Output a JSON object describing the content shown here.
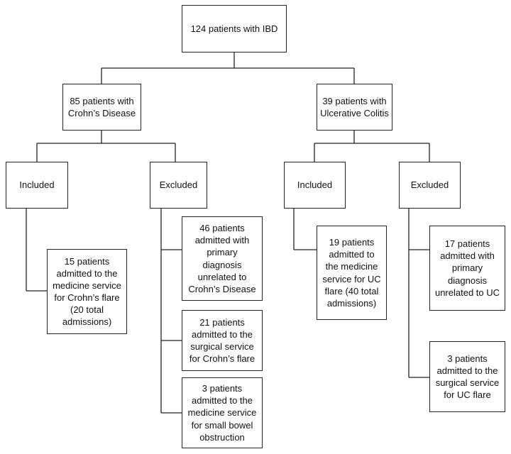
{
  "root": {
    "text": "124 patients with IBD"
  },
  "crohns": {
    "header": "85 patients with\nCrohn’s Disease",
    "included": {
      "label": "Included",
      "items": [
        "15 patients\nadmitted to the\nmedicine service\nfor Crohn’s flare\n(20 total\nadmissions)"
      ]
    },
    "excluded": {
      "label": "Excluded",
      "items": [
        "46 patients\nadmitted with\nprimary\ndiagnosis\nunrelated to\nCrohn’s Disease",
        "21 patients\nadmitted to the\nsurgical service\nfor Crohn’s flare",
        "3 patients\nadmitted to the\nmedicine service\nfor small bowel\nobstruction"
      ]
    }
  },
  "uc": {
    "header": "39 patients with\nUlcerative Colitis",
    "included": {
      "label": "Included",
      "items": [
        "19 patients\nadmitted to\nthe medicine\nservice for UC\nflare (40 total\nadmissions)"
      ]
    },
    "excluded": {
      "label": "Excluded",
      "items": [
        "17 patients\nadmitted with\nprimary\ndiagnosis\nunrelated to UC",
        "3 patients\nadmitted to the\nsurgical service\nfor UC flare"
      ]
    }
  }
}
